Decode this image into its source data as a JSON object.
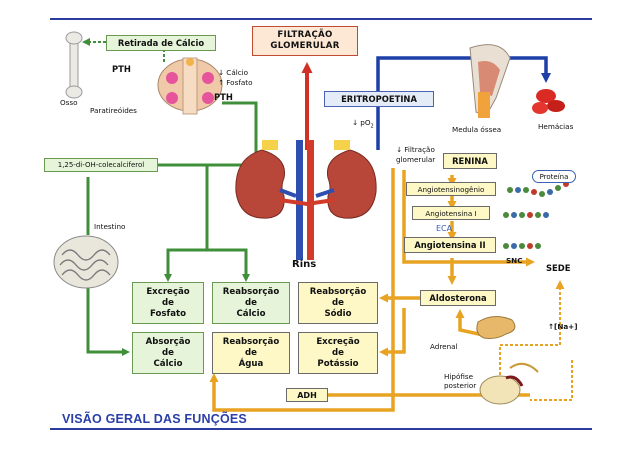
{
  "header": {
    "filtracao_glomerular": "FILTRAÇÃO GLOMERULAR"
  },
  "labels": {
    "retirada_calcio": "Retirada de Cálcio",
    "pth_top": "PTH",
    "pth_mid": "PTH",
    "osso": "Osso",
    "paratireoides": "Paratireóides",
    "calcio_down": "↓ Cálcio",
    "fosfato_up": "↑ Fosfato",
    "eritropoetina": "ERITROPOETINA",
    "po2": "↓ pO",
    "po2_sub": "2",
    "medula_ossea": "Medula óssea",
    "hemacias": "Hemácias",
    "filtracao_small_1": "↓ Filtração",
    "filtracao_small_2": "glomerular",
    "renina": "RENINA",
    "colecalciferol": "1,25-di-OH-colecalciferol",
    "intestino": "Intestino",
    "angiotensinogenio": "Angiotensinogênio",
    "proteina": "Proteína",
    "angiotensina_i": "Angiotensina I",
    "eca": "ECA",
    "angiotensina_ii": "Angiotensina II",
    "rins": "Rins",
    "snc": "SNC",
    "sede": "SEDE",
    "aldosterona": "Aldosterona",
    "adrenal": "Adrenal",
    "na_plus": "[Na+]",
    "hipofise_1": "Hipófise",
    "hipofise_2": "posterior",
    "adh": "ADH"
  },
  "grid": {
    "excrecao_fosfato": [
      "Excreção",
      "de",
      "Fosfato"
    ],
    "reabsorcao_calcio": [
      "Reabsorção",
      "de",
      "Cálcio"
    ],
    "reabsorcao_sodio": [
      "Reabsorção",
      "de",
      "Sódio"
    ],
    "absorcao_calcio": [
      "Absorção",
      "de",
      "Cálcio"
    ],
    "reabsorcao_agua": [
      "Reabsorção",
      "de",
      "Água"
    ],
    "excrecao_potassio": [
      "Excreção",
      "de",
      "Potássio"
    ]
  },
  "footer": {
    "title": "VISÃO GERAL DAS FUNÇÕES"
  },
  "colors": {
    "green": "#3f8f3a",
    "orange": "#e8a322",
    "blue": "#1f3fa8",
    "red": "#d22f26",
    "rule": "#2c3c9e"
  }
}
